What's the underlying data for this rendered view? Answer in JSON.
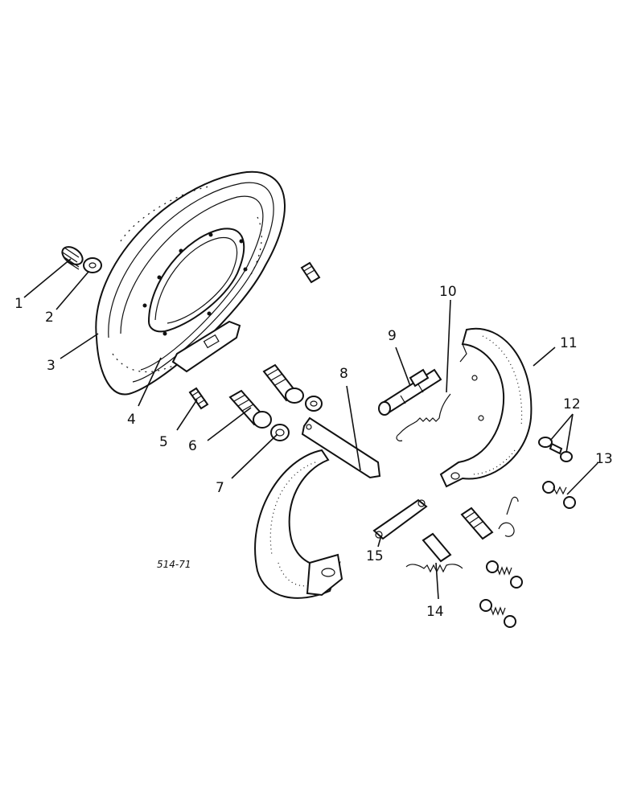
{
  "diagram": {
    "reference_code": "514-71",
    "callouts": [
      "1",
      "2",
      "3",
      "4",
      "5",
      "6",
      "7",
      "8",
      "9",
      "10",
      "11",
      "12",
      "13",
      "14",
      "15"
    ]
  }
}
